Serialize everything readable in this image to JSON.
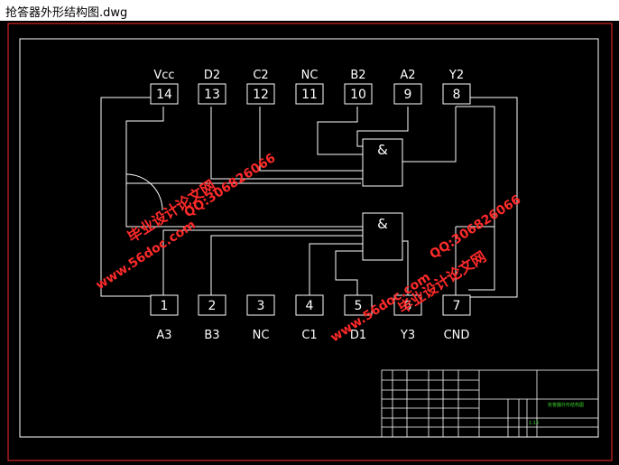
{
  "window": {
    "title": "抢答器外形结构图.dwg"
  },
  "top_pins": [
    {
      "number": "14",
      "label": "Vcc"
    },
    {
      "number": "13",
      "label": "D2"
    },
    {
      "number": "12",
      "label": "C2"
    },
    {
      "number": "11",
      "label": "NC"
    },
    {
      "number": "10",
      "label": "B2"
    },
    {
      "number": "9",
      "label": "A2"
    },
    {
      "number": "8",
      "label": "Y2"
    }
  ],
  "bottom_pins": [
    {
      "number": "1",
      "label": "A3"
    },
    {
      "number": "2",
      "label": "B3"
    },
    {
      "number": "3",
      "label": "NC"
    },
    {
      "number": "4",
      "label": "C1"
    },
    {
      "number": "5",
      "label": "D1"
    },
    {
      "number": "6",
      "label": "Y3"
    },
    {
      "number": "7",
      "label": "CND"
    }
  ],
  "gates": {
    "symbol": "&"
  },
  "watermarks": {
    "site": "www.56doc.com",
    "qq": "QQ:306826066",
    "name": "毕业设计论文网"
  },
  "title_block": {
    "drawing_name": "抢答器外形结构图",
    "scale": "1:15"
  },
  "colors": {
    "background": "#000000",
    "lines": "#ffffff",
    "border": "#ff2a2a",
    "watermark": "#ff2a2a",
    "title_block_text": "#39d12a"
  }
}
